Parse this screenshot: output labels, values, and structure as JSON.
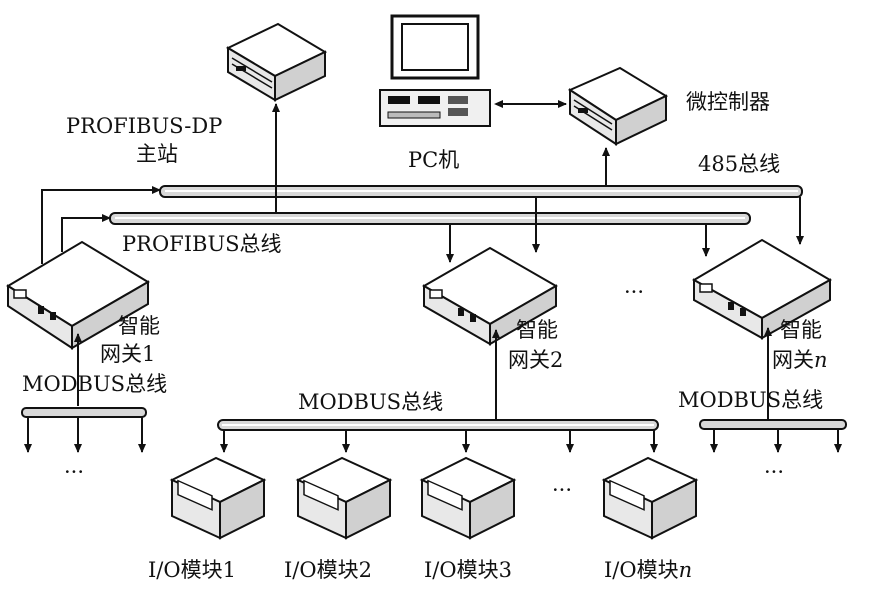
{
  "labels": {
    "profibus_dp_line1": "PROFIBUS-DP",
    "profibus_dp_line2": "主站",
    "pc": "PC机",
    "microcontroller": "微控制器",
    "bus_485": "485总线",
    "profibus_bus": "PROFIBUS总线",
    "gateway1_line1": "智能",
    "gateway1_line2": "网关1",
    "gateway2_line1": "智能",
    "gateway2_line2": "网关2",
    "gatewayn_line1": "智能",
    "gatewayn_line2_prefix": "网关",
    "gatewayn_line2_n": "n",
    "modbus_left": "MODBUS总线",
    "modbus_center": "MODBUS总线",
    "modbus_right": "MODBUS总线",
    "ellipsis": "···",
    "io1": "I/O模块1",
    "io2": "I/O模块2",
    "io3": "I/O模块3",
    "ion_prefix": "I/O模块",
    "ion_n": "n"
  },
  "colors": {
    "ink": "#111111",
    "device_top": "#ffffff",
    "device_face": "#e8e8e8",
    "bus_fill": "#d8d8d8"
  }
}
